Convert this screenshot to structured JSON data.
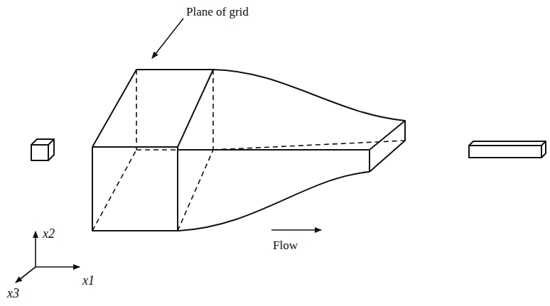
{
  "diagram": {
    "labels": [
      "Plane of grid",
      "Flow",
      "x2",
      "x1",
      "x3"
    ]
  }
}
